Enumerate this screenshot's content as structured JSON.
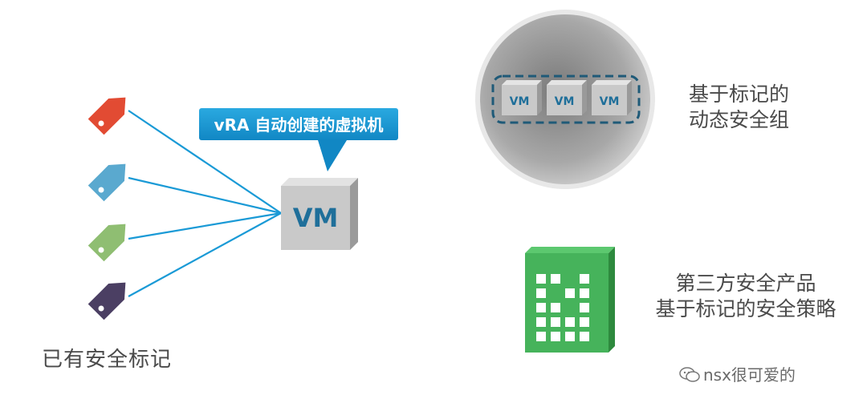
{
  "callout": {
    "text": "vRA 自动创建的虚拟机"
  },
  "vm_main": {
    "label": "VM"
  },
  "tags": [
    {
      "color": "#e24b33",
      "icon": "tag-icon"
    },
    {
      "color": "#5aa9cf",
      "icon": "tag-icon"
    },
    {
      "color": "#8fbe72",
      "icon": "tag-icon"
    },
    {
      "color": "#4b3f63",
      "icon": "tag-icon"
    }
  ],
  "labels": {
    "existing_tags": "已有安全标记",
    "dynamic_group_line1": "基于标记的",
    "dynamic_group_line2": "动态安全组",
    "third_party_line1": "第三方安全产品",
    "third_party_line2": "基于标记的安全策略"
  },
  "group_vms": [
    "VM",
    "VM",
    "VM"
  ],
  "watermark": {
    "text": "nsx很可爱的",
    "icon": "wechat-icon"
  },
  "colors": {
    "accent_blue": "#1a9ad6",
    "vm_face": "#c9c9c9",
    "vm_text": "#1f6f9a",
    "product_green": "#46b35b"
  }
}
